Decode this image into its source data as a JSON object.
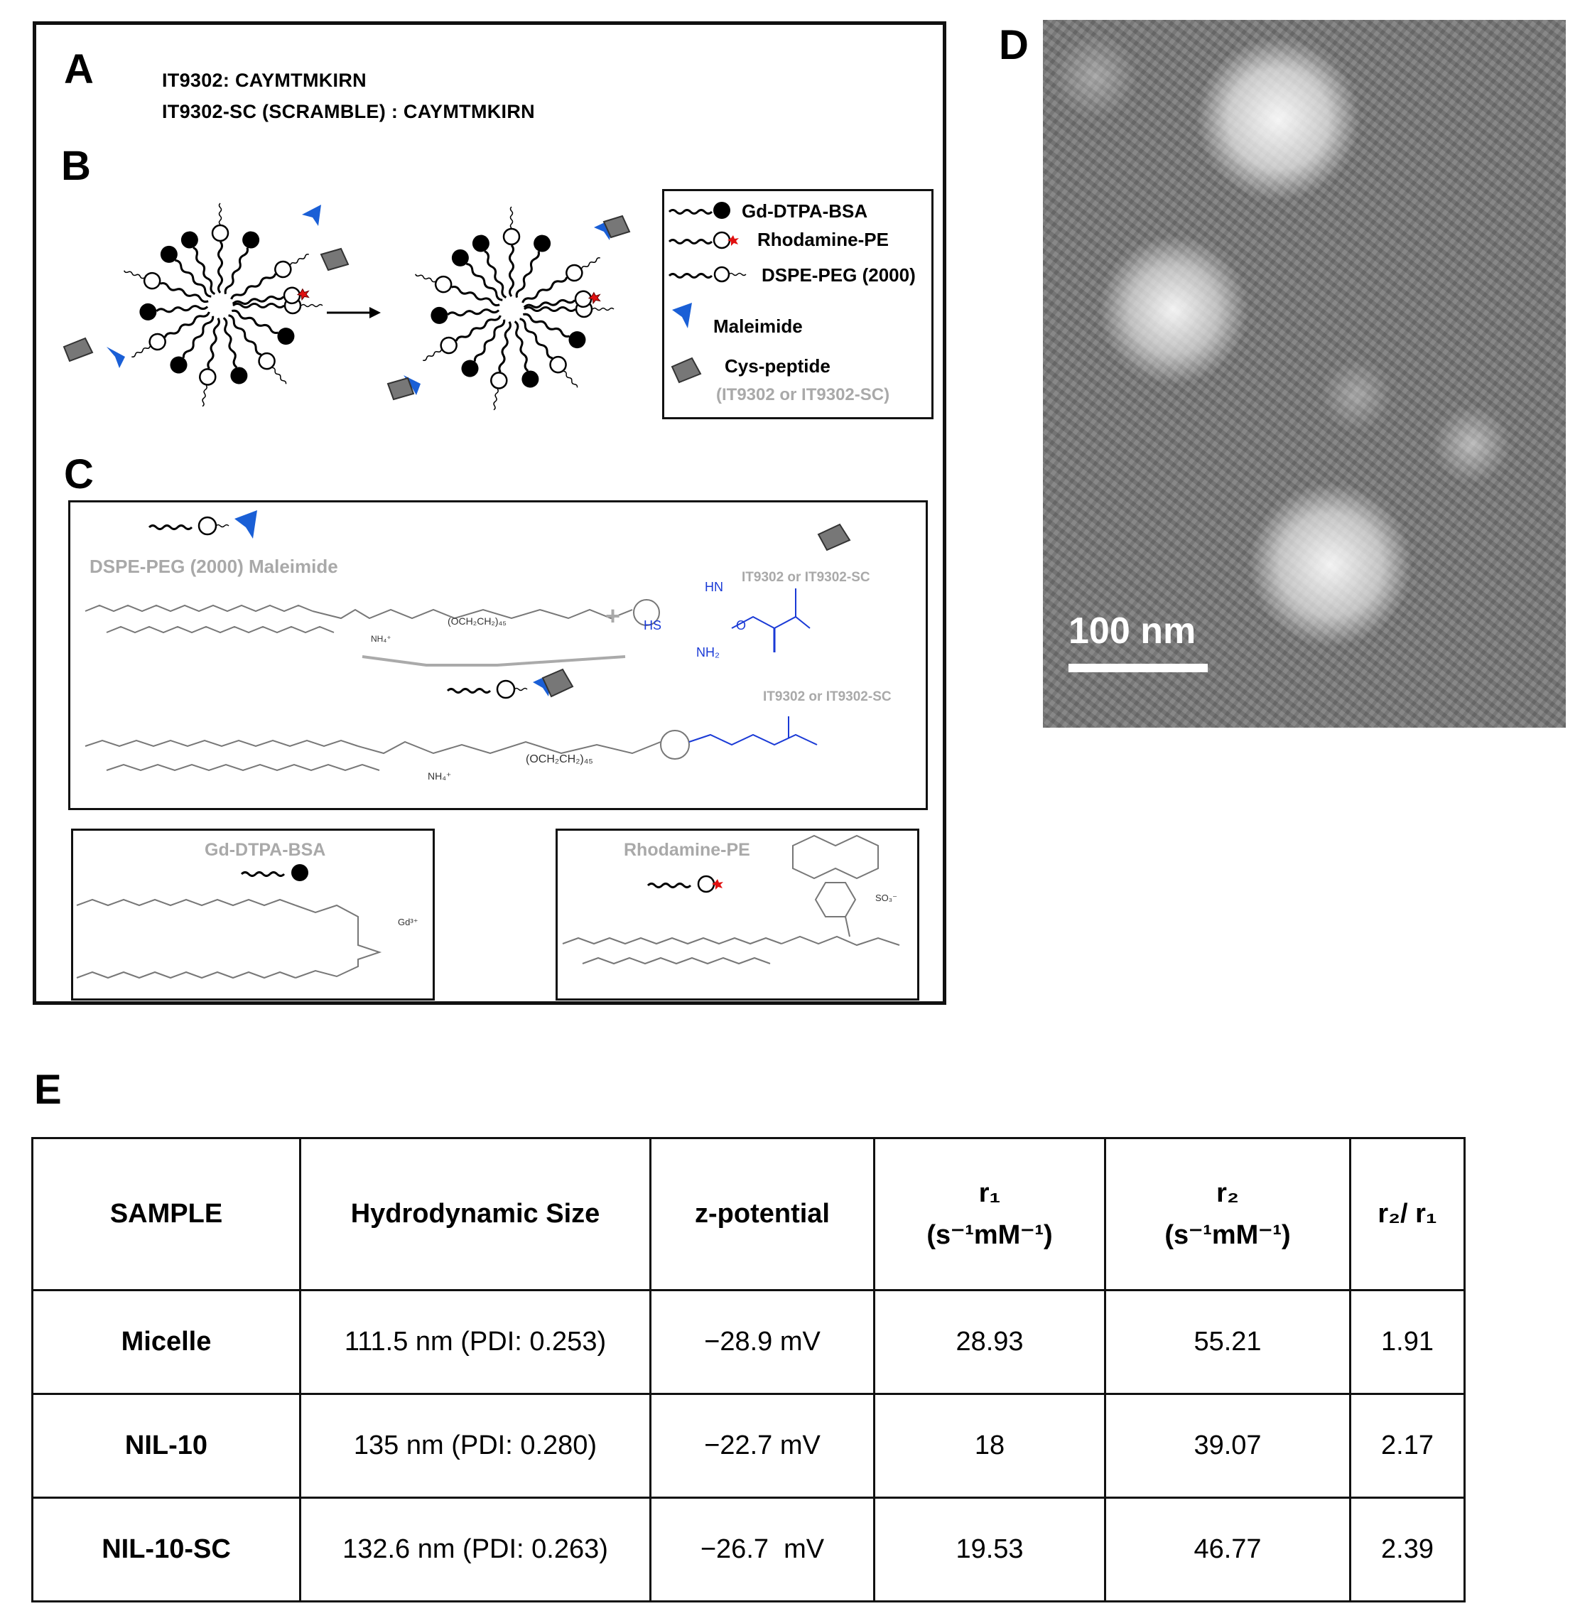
{
  "panels": {
    "a": "A",
    "b": "B",
    "c": "C",
    "d": "D",
    "e": "E"
  },
  "sequences": {
    "seq1": "IT9302: CAYMTMKIRN",
    "seq2": "IT9302-SC (SCRAMBLE) : CAYMTMKIRN"
  },
  "legend": {
    "items": [
      {
        "label": "Gd-DTPA-BSA"
      },
      {
        "label": "Rhodamine-PE"
      },
      {
        "label": "DSPE-PEG (2000)"
      },
      {
        "label": "Maleimide"
      },
      {
        "label": "Cys-peptide"
      }
    ],
    "peptide_note": "(IT9302 or IT9302-SC)"
  },
  "chem": {
    "maleimide_title": "DSPE-PEG (2000) Maleimide",
    "peptide_attach": "IT9302 or IT9302-SC",
    "hn": "HN",
    "hs": "HS",
    "nh2": "NH₂",
    "o": "O",
    "plus": "+",
    "peg_unit": "(OCH₂CH₂)₄₅",
    "nh4": "NH₄⁺",
    "gd_title": "Gd-DTPA-BSA",
    "gd3": "Gd³⁺",
    "rho_title": "Rhodamine-PE",
    "so3": "SO₃⁻"
  },
  "tem": {
    "scale_label": "100 nm"
  },
  "table": {
    "headers": [
      "SAMPLE",
      "Hydrodynamic Size",
      "z-potential",
      "r₁",
      "r₂",
      "r₂/ r₁"
    ],
    "units": {
      "r1": "(s⁻¹mM⁻¹)",
      "r2": "(s⁻¹mM⁻¹)"
    },
    "rows": [
      {
        "sample": "Micelle",
        "size": "111.5 nm (PDI: 0.253)",
        "zeta": "−28.9 mV",
        "r1": "28.93",
        "r2": "55.21",
        "ratio": "1.91"
      },
      {
        "sample": "NIL-10",
        "size": "135 nm (PDI: 0.280)",
        "zeta": "−22.7 mV",
        "r1": "18",
        "r2": "39.07",
        "ratio": "2.17"
      },
      {
        "sample": "NIL-10-SC",
        "size": "132.6 nm (PDI: 0.263)",
        "zeta": "−26.7  mV",
        "r1": "19.53",
        "r2": "46.77",
        "ratio": "2.39"
      }
    ]
  }
}
